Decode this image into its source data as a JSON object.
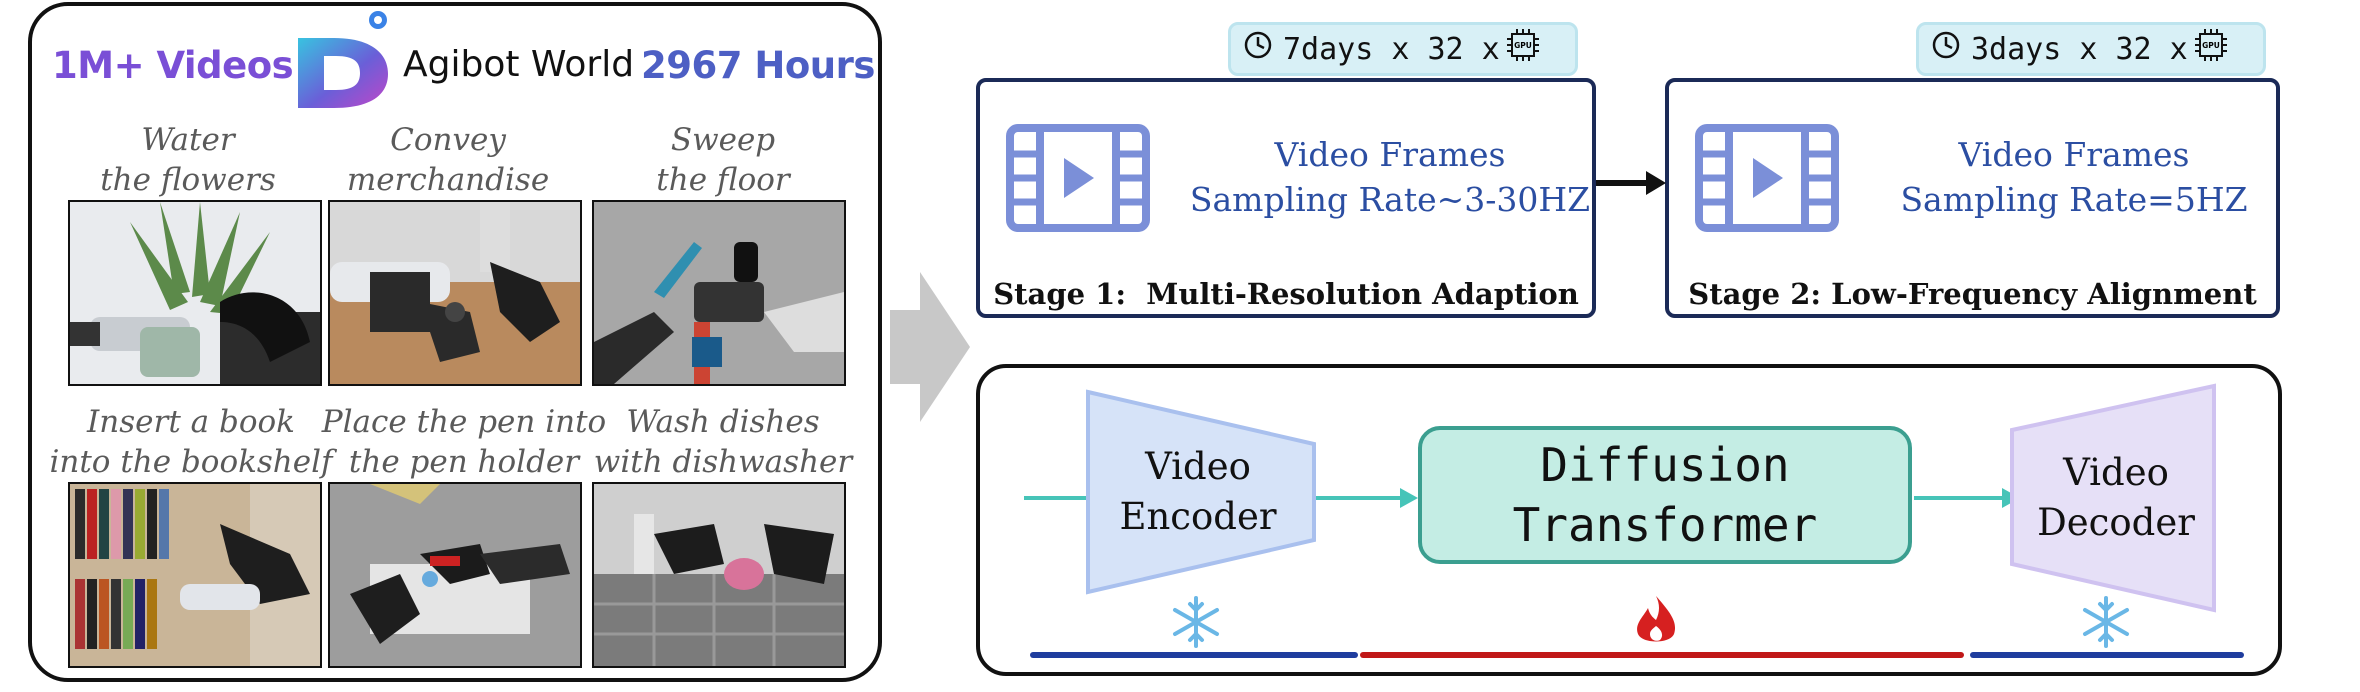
{
  "dataset": {
    "videos_label": "1M+ Videos",
    "brand": "Agibot World",
    "hours_label": "2967 Hours",
    "tasks": [
      {
        "caption": "Water\nthe flowers"
      },
      {
        "caption": "Convey\nmerchandise"
      },
      {
        "caption": "Sweep\nthe floor"
      },
      {
        "caption": "Insert a book\ninto the bookshelf"
      },
      {
        "caption": "Place the pen into\nthe pen holder"
      },
      {
        "caption": "Wash dishes\nwith dishwasher"
      }
    ]
  },
  "stages": [
    {
      "compute_tag": "7days x 32 x",
      "text": "Video Frames\nSampling Rate~3-30HZ",
      "title": "Stage 1:  Multi-Resolution Adaption"
    },
    {
      "compute_tag": "3days x 32 x",
      "text": "Video Frames\nSampling Rate=5HZ",
      "title": "Stage 2: Low-Frequency Alignment"
    }
  ],
  "gpu_chip_label": "GPU",
  "pipeline": {
    "encoder_label": "Video\nEncoder",
    "dit_label": "Diffusion\nTransformer",
    "decoder_label": "Video\nDecoder",
    "frozen_icon": "snowflake-icon",
    "trainable_icon": "flame-icon"
  },
  "colors": {
    "videos_text": "#7a4fd6",
    "hours_text": "#4d5fc4",
    "stage_text": "#2b4ea2",
    "stage_border": "#1b2a57",
    "film_icon": "#7b8fd8",
    "tag_bg": "#d8f0f6",
    "encoder_fill": "#d6e3f8",
    "encoder_stroke": "#a9c0ee",
    "decoder_fill": "#e6e0f7",
    "decoder_stroke": "#cfc2f0",
    "dit_fill": "#c4ede4",
    "dit_stroke": "#3b9f90",
    "flow_arrow": "#46c4b8",
    "frozen_bar": "#1f3d9e",
    "trainable_bar": "#c01818",
    "snowflake": "#6ab7e6",
    "flame": "#d62020"
  }
}
